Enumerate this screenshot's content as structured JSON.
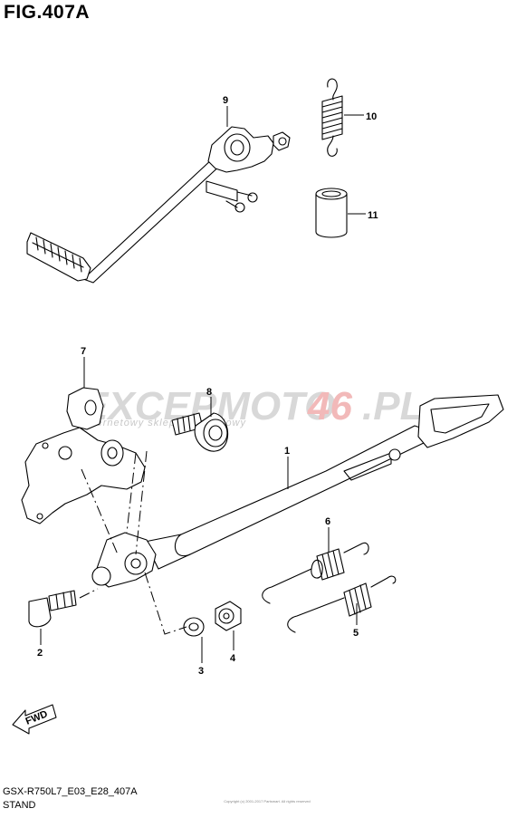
{
  "figure": {
    "title": "FIG.407A",
    "model_code": "GSX-R750L7_E03_E28_407A",
    "section_name": "STAND",
    "copyright": "Copyright (c) 2001-2017 Partsmart. All rights reserved"
  },
  "watermark": {
    "brand_part1": "EXCEPMOTO",
    "brand_part2": "46",
    "brand_part3": ".PL",
    "tagline": "internetowy sklep motocyklowy"
  },
  "fwd_label": "FWD",
  "callouts": [
    {
      "id": "1",
      "label": "1"
    },
    {
      "id": "2",
      "label": "2"
    },
    {
      "id": "3",
      "label": "3"
    },
    {
      "id": "4",
      "label": "4"
    },
    {
      "id": "5",
      "label": "5"
    },
    {
      "id": "6",
      "label": "6"
    },
    {
      "id": "7",
      "label": "7"
    },
    {
      "id": "8",
      "label": "8"
    },
    {
      "id": "9",
      "label": "9"
    },
    {
      "id": "10",
      "label": "10"
    },
    {
      "id": "11",
      "label": "11"
    }
  ],
  "colors": {
    "ink": "#000000",
    "watermark_gray": "#d8d8d8",
    "watermark_red": "#f2b9b9"
  }
}
